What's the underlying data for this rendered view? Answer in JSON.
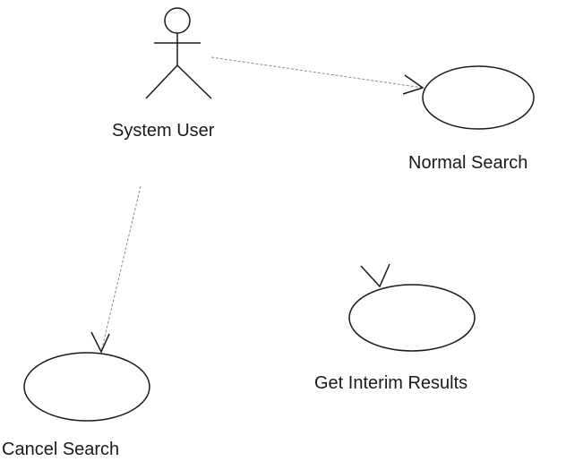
{
  "diagram": {
    "actor": {
      "label": "System User"
    },
    "use_cases": [
      {
        "label": "Normal Search"
      },
      {
        "label": "Get Interim Results"
      },
      {
        "label": "Cancel Search"
      }
    ],
    "colors": {
      "stroke": "#1a1a1a",
      "association_line": "#8a8a8a"
    }
  }
}
